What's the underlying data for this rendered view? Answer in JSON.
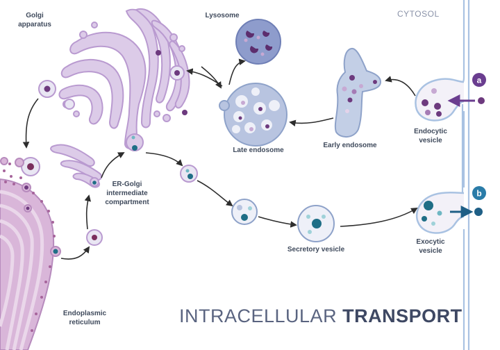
{
  "title": {
    "part1": "INTRACELLULAR ",
    "part2": "TRANSPORT"
  },
  "region_label": "CYTOSOL",
  "labels": {
    "golgi_1": "Golgi",
    "golgi_2": "apparatus",
    "lysosome": "Lysosome",
    "late_endosome": "Late endosome",
    "early_endosome": "Early endosome",
    "endocytic_1": "Endocytic",
    "endocytic_2": "vesicle",
    "ergic_1": "ER-Golgi",
    "ergic_2": "intermediate",
    "ergic_3": "compartment",
    "secretory": "Secretory vesicle",
    "exocytic_1": "Exocytic",
    "exocytic_2": "vesicle",
    "er_1": "Endoplasmic",
    "er_2": "reticulum"
  },
  "badges": {
    "a": "a",
    "b": "b"
  },
  "colors": {
    "membrane": "#a9c2e2",
    "golgi": "#dccbe8",
    "golgi_stroke": "#b99ad0",
    "er": "#cfa6cf",
    "endosome": "#b8c4e0",
    "vesicle": "#e9e6f3",
    "cargo_purple": "#6d3a7e",
    "cargo_teal": "#1f6e86",
    "badge_a": "#6a3d8f",
    "badge_b": "#2a7ca8"
  }
}
